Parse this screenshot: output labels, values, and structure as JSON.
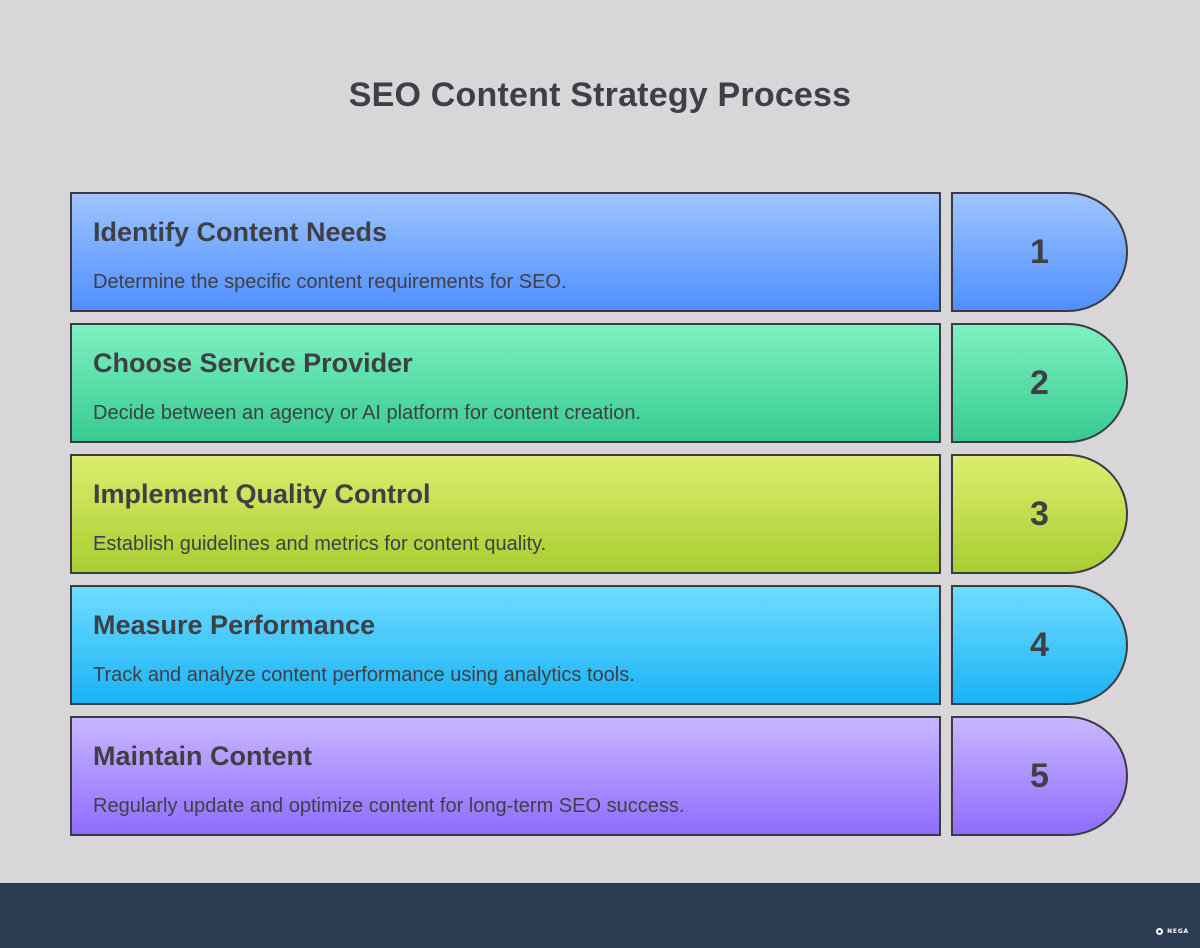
{
  "title": "SEO Content Strategy Process",
  "steps": [
    {
      "number": "1",
      "title": "Identify Content Needs",
      "description": "Determine the specific content requirements for SEO."
    },
    {
      "number": "2",
      "title": "Choose Service Provider",
      "description": "Decide between an agency or AI platform for content creation."
    },
    {
      "number": "3",
      "title": "Implement Quality Control",
      "description": "Establish guidelines and metrics for content quality."
    },
    {
      "number": "4",
      "title": "Measure Performance",
      "description": "Track and analyze content performance using analytics tools."
    },
    {
      "number": "5",
      "title": "Maintain Content",
      "description": "Regularly update and optimize content for long-term SEO success."
    }
  ],
  "footer": {
    "brand": "NEGA"
  },
  "colors": {
    "step_1": "#4f8fff",
    "step_2": "#37cb91",
    "step_3": "#a8cd30",
    "step_4": "#1ab3f5",
    "step_5": "#8f6cff",
    "footer_background": "#2b3b52"
  }
}
